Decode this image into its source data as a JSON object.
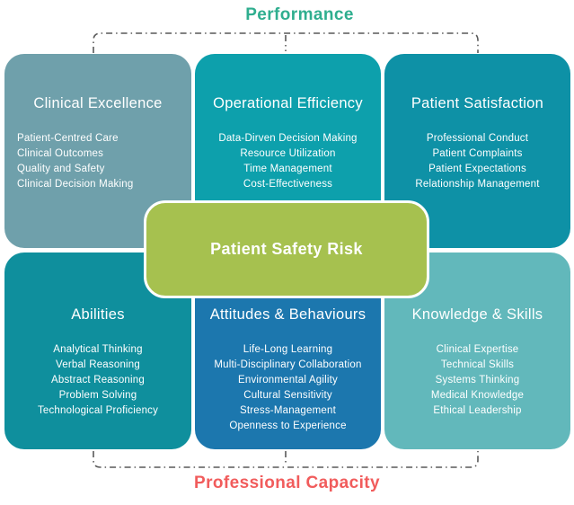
{
  "labels": {
    "top": "Performance",
    "bottom": "Professional Capacity"
  },
  "center": {
    "title": "Patient Safety Risk"
  },
  "boxes": [
    {
      "id": "clinical-excellence",
      "title": "Clinical Excellence",
      "items": [
        "Patient-Centred Care",
        "Clinical Outcomes",
        "Quality and Safety",
        "Clinical Decision Making"
      ],
      "bg": "#6FA0AB"
    },
    {
      "id": "operational-efficiency",
      "title": "Operational Efficiency",
      "items": [
        "Data-Dirven Decision Making",
        "Resource Utilization",
        "Time Management",
        "Cost-Effectiveness"
      ],
      "bg": "#0DA0AC"
    },
    {
      "id": "patient-satisfaction",
      "title": "Patient Satisfaction",
      "items": [
        "Professional Conduct",
        "Patient Complaints",
        "Patient Expectations",
        "Relationship Management"
      ],
      "bg": "#0E91A6"
    },
    {
      "id": "abilities",
      "title": "Abilities",
      "items": [
        "Analytical Thinking",
        "Verbal Reasoning",
        "Abstract Reasoning",
        "Problem Solving",
        "Technological Proficiency"
      ],
      "bg": "#0F8F9D"
    },
    {
      "id": "attitudes-behaviours",
      "title": "Attitudes & Behaviours",
      "items": [
        "Life-Long Learning",
        "Multi-Disciplinary Collaboration",
        "Environmental Agility",
        "Cultural Sensitivity",
        "Stress-Management",
        "Openness to Experience"
      ],
      "bg": "#1C77AE"
    },
    {
      "id": "knowledge-skills",
      "title": "Knowledge & Skills",
      "items": [
        "Clinical Expertise",
        "Technical Skills",
        "Systems Thinking",
        "Medical Knowledge",
        "Ethical Leadership"
      ],
      "bg": "#62B8BB"
    }
  ],
  "colors": {
    "performance_label": "#2FAE8F",
    "capacity_label": "#F15C5C",
    "bracket": "#595959",
    "box_text": "#FFFFFF",
    "center_bg": "#A6C14F",
    "center_border": "#FFFFFF"
  }
}
